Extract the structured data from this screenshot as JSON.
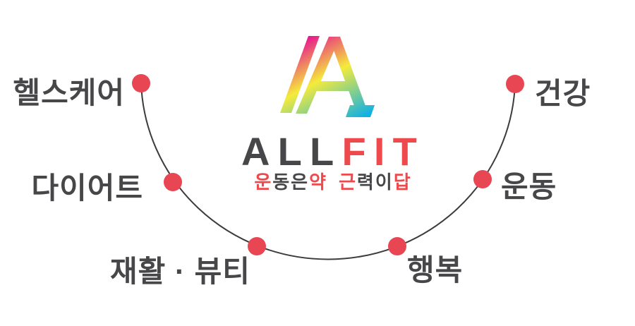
{
  "brand": {
    "logo_mark": "allfit-gradient-a-monogram-icon",
    "wordmark": {
      "primary": "ALL",
      "accent": "FIT"
    },
    "tagline": {
      "text": "운동은약 근력이답",
      "chars": [
        {
          "ch": "운",
          "accent": true
        },
        {
          "ch": "동",
          "accent": false
        },
        {
          "ch": "은",
          "accent": false
        },
        {
          "ch": "약",
          "accent": true
        },
        {
          "ch": "근",
          "accent": true
        },
        {
          "ch": "력",
          "accent": false
        },
        {
          "ch": "이",
          "accent": false
        },
        {
          "ch": "답",
          "accent": true
        }
      ]
    }
  },
  "nodes": [
    {
      "label": "헬스케어"
    },
    {
      "label": "다이어트"
    },
    {
      "label": "재활 · 뷰티"
    },
    {
      "label": "행복"
    },
    {
      "label": "운동"
    },
    {
      "label": "건강"
    }
  ],
  "colors": {
    "dot-red": "#e84653",
    "accent-red": "#ee4a4e",
    "text-dark": "#47474a",
    "line-dark": "#3c3c3e",
    "grad-magenta": "#e81f8a",
    "grad-yellow": "#f5eb3b",
    "grad-cyan": "#0db0e8"
  }
}
